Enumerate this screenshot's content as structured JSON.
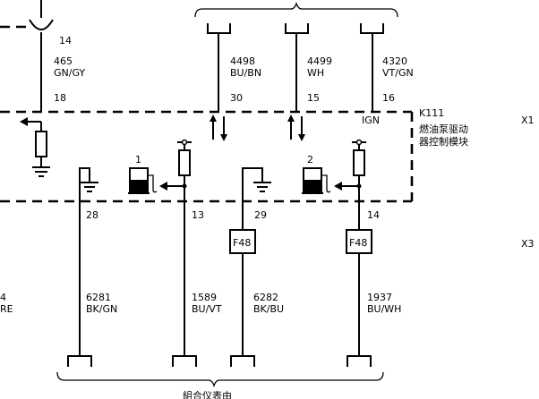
{
  "top_splice": {
    "pin": "14",
    "circuit": "465",
    "color": "GN/GY"
  },
  "top_wires": [
    {
      "circuit": "4498",
      "color": "BU/BN",
      "pin": "30"
    },
    {
      "circuit": "4499",
      "color": "WH",
      "pin": "15"
    },
    {
      "circuit": "4320",
      "color": "VT/GN",
      "pin": "16"
    }
  ],
  "left_pin": "18",
  "pin16_function": "IGN",
  "module": {
    "ref": "K111",
    "name_line1": "燃油泵驱动",
    "name_line2": "器控制模块"
  },
  "connector_labels": [
    "X1",
    "X3"
  ],
  "pumps": [
    {
      "label": "1"
    },
    {
      "label": "2"
    }
  ],
  "bottom_pins": [
    "28",
    "13",
    "29",
    "14"
  ],
  "fuses": [
    "F48",
    "F48"
  ],
  "bottom_wires": [
    {
      "circuit": "6281",
      "color": "BK/GN"
    },
    {
      "circuit": "1589",
      "color": "BU/VT"
    },
    {
      "circuit": "6282",
      "color": "BK/BU"
    },
    {
      "circuit": "1937",
      "color": "BU/WH"
    }
  ],
  "left_edge_fragments": [
    "4",
    "RE"
  ],
  "bottom_caption": "組合仪表由"
}
